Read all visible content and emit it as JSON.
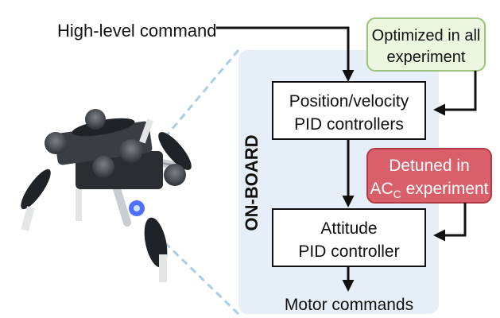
{
  "input_label": "High-level command",
  "onboard_label": "ON-BOARD",
  "position_block": {
    "line1": "Position/velocity",
    "line2": "PID controllers"
  },
  "attitude_block": {
    "line1": "Attitude",
    "line2": "PID controller"
  },
  "optimized_note": {
    "line1": "Optimized in all",
    "line2": "experiment"
  },
  "detuned_note": {
    "line1": "Detuned in",
    "line2_main": "AC",
    "line2_sub": "C",
    "line2_rest": " experiment"
  },
  "output_label": "Motor commands",
  "drone_photo": "quadrotor-drone-photo",
  "colors": {
    "onboard_region": "#e6eef7",
    "block_fill": "#ffffff",
    "stroke": "#111111",
    "optimized_fill": "#ecf7df",
    "optimized_stroke": "#9cc37a",
    "detuned_fill": "#d9606a",
    "detuned_stroke": "#b03a45",
    "projection_dash": "#a9cde8"
  }
}
